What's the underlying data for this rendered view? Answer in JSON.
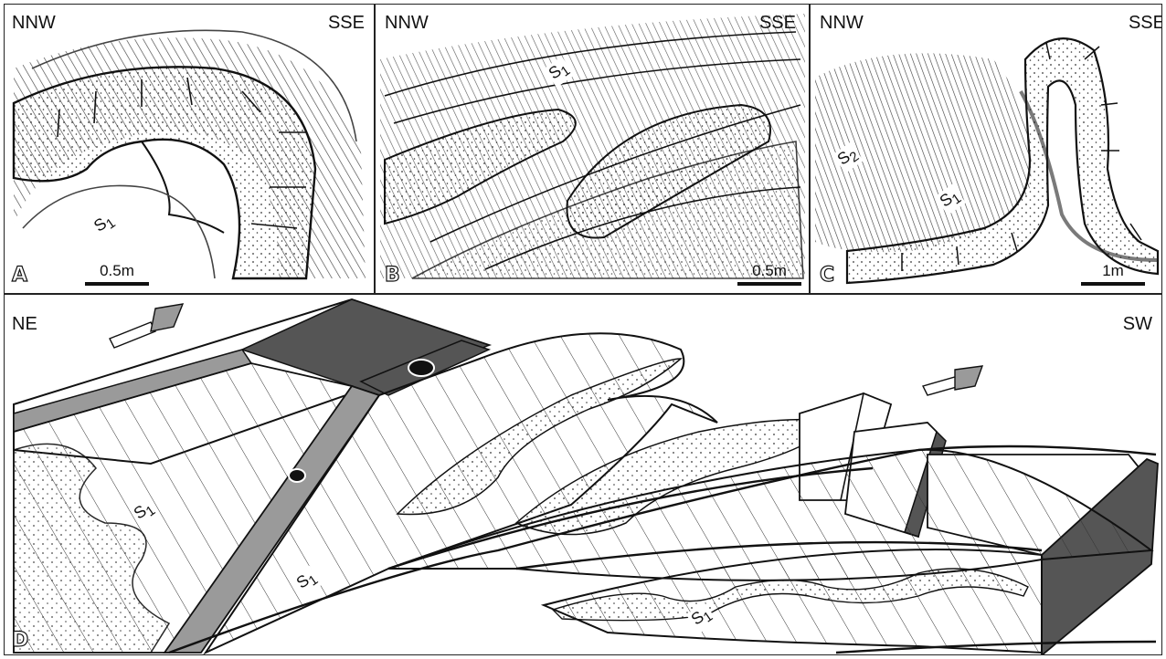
{
  "panels": {
    "a": {
      "letter": "A",
      "left_dir": "NNW",
      "right_dir": "SSE",
      "foliation": "S",
      "foliation_sub": "1",
      "scale": "0.5m"
    },
    "b": {
      "letter": "B",
      "left_dir": "NNW",
      "right_dir": "SSE",
      "foliation": "S",
      "foliation_sub": "1",
      "scale": "0.5m"
    },
    "c": {
      "letter": "C",
      "left_dir": "NNW",
      "right_dir": "SSE",
      "foliation": "S",
      "foliation_sub": "1",
      "foliation2": "S",
      "foliation2_sub": "2",
      "scale": "1m"
    },
    "d": {
      "letter": "D",
      "left_dir": "NE",
      "right_dir": "SW",
      "foliation": "S",
      "foliation_sub": "1"
    }
  },
  "colors": {
    "ink": "#111111",
    "dark_gray": "#555555",
    "mid_gray": "#9a9a9a",
    "white": "#ffffff"
  }
}
